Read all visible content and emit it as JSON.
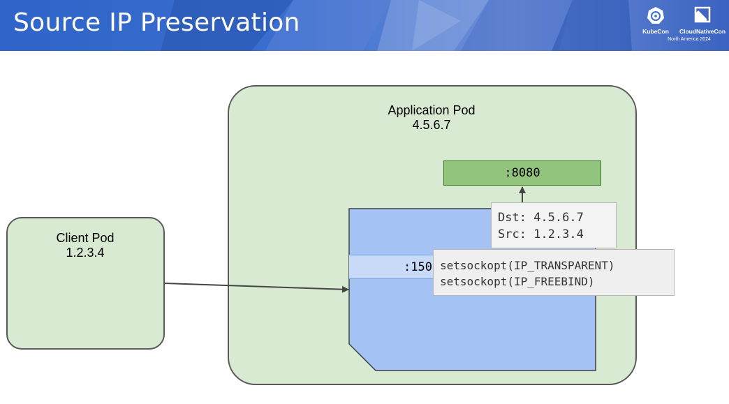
{
  "slide": {
    "title": "Source IP Preservation"
  },
  "logos": {
    "kubecon": "KubeCon",
    "cloudnativecon": "CloudNativeCon",
    "event": "North America 2024"
  },
  "diagram": {
    "application_pod": {
      "name": "Application Pod",
      "ip": "4.5.6.7"
    },
    "client_pod": {
      "name": "Client Pod",
      "ip": "1.2.3.4"
    },
    "listener_port": ":8080",
    "proxy_port": ":150",
    "packet": {
      "dst": "Dst: 4.5.6.7",
      "src": "Src: 1.2.3.4"
    },
    "socket_options": [
      "setsockopt(IP_TRANSPARENT)",
      "setsockopt(IP_FREEBIND)"
    ]
  },
  "colors": {
    "header_blue": "#3a6fd0",
    "pod_green": "#d9ead3",
    "port_green": "#93c47d",
    "proxy_blue": "#a4c2f4",
    "proxy_port_blue": "#c9daf8",
    "code_box_gray": "#efefef"
  }
}
